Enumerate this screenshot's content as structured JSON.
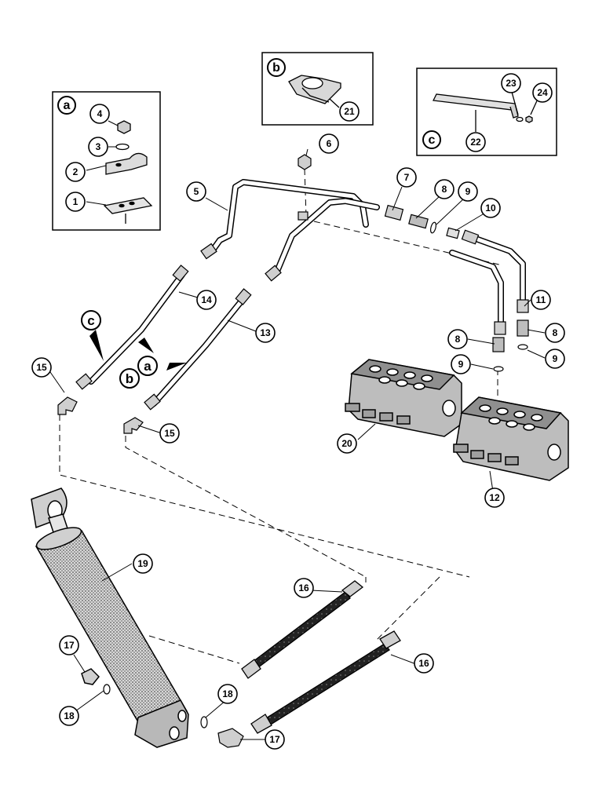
{
  "callouts": [
    "1",
    "2",
    "3",
    "4",
    "5",
    "6",
    "7",
    "8",
    "9",
    "10",
    "11",
    "12",
    "13",
    "14",
    "15",
    "16",
    "17",
    "18",
    "19",
    "20",
    "21",
    "22",
    "23",
    "24"
  ],
  "view_letters": [
    "a",
    "b",
    "c"
  ],
  "colors": {
    "ink": "#000000",
    "paper": "#ffffff",
    "part_fill": "#e6e6e6",
    "shade": "#9a9a9a"
  }
}
